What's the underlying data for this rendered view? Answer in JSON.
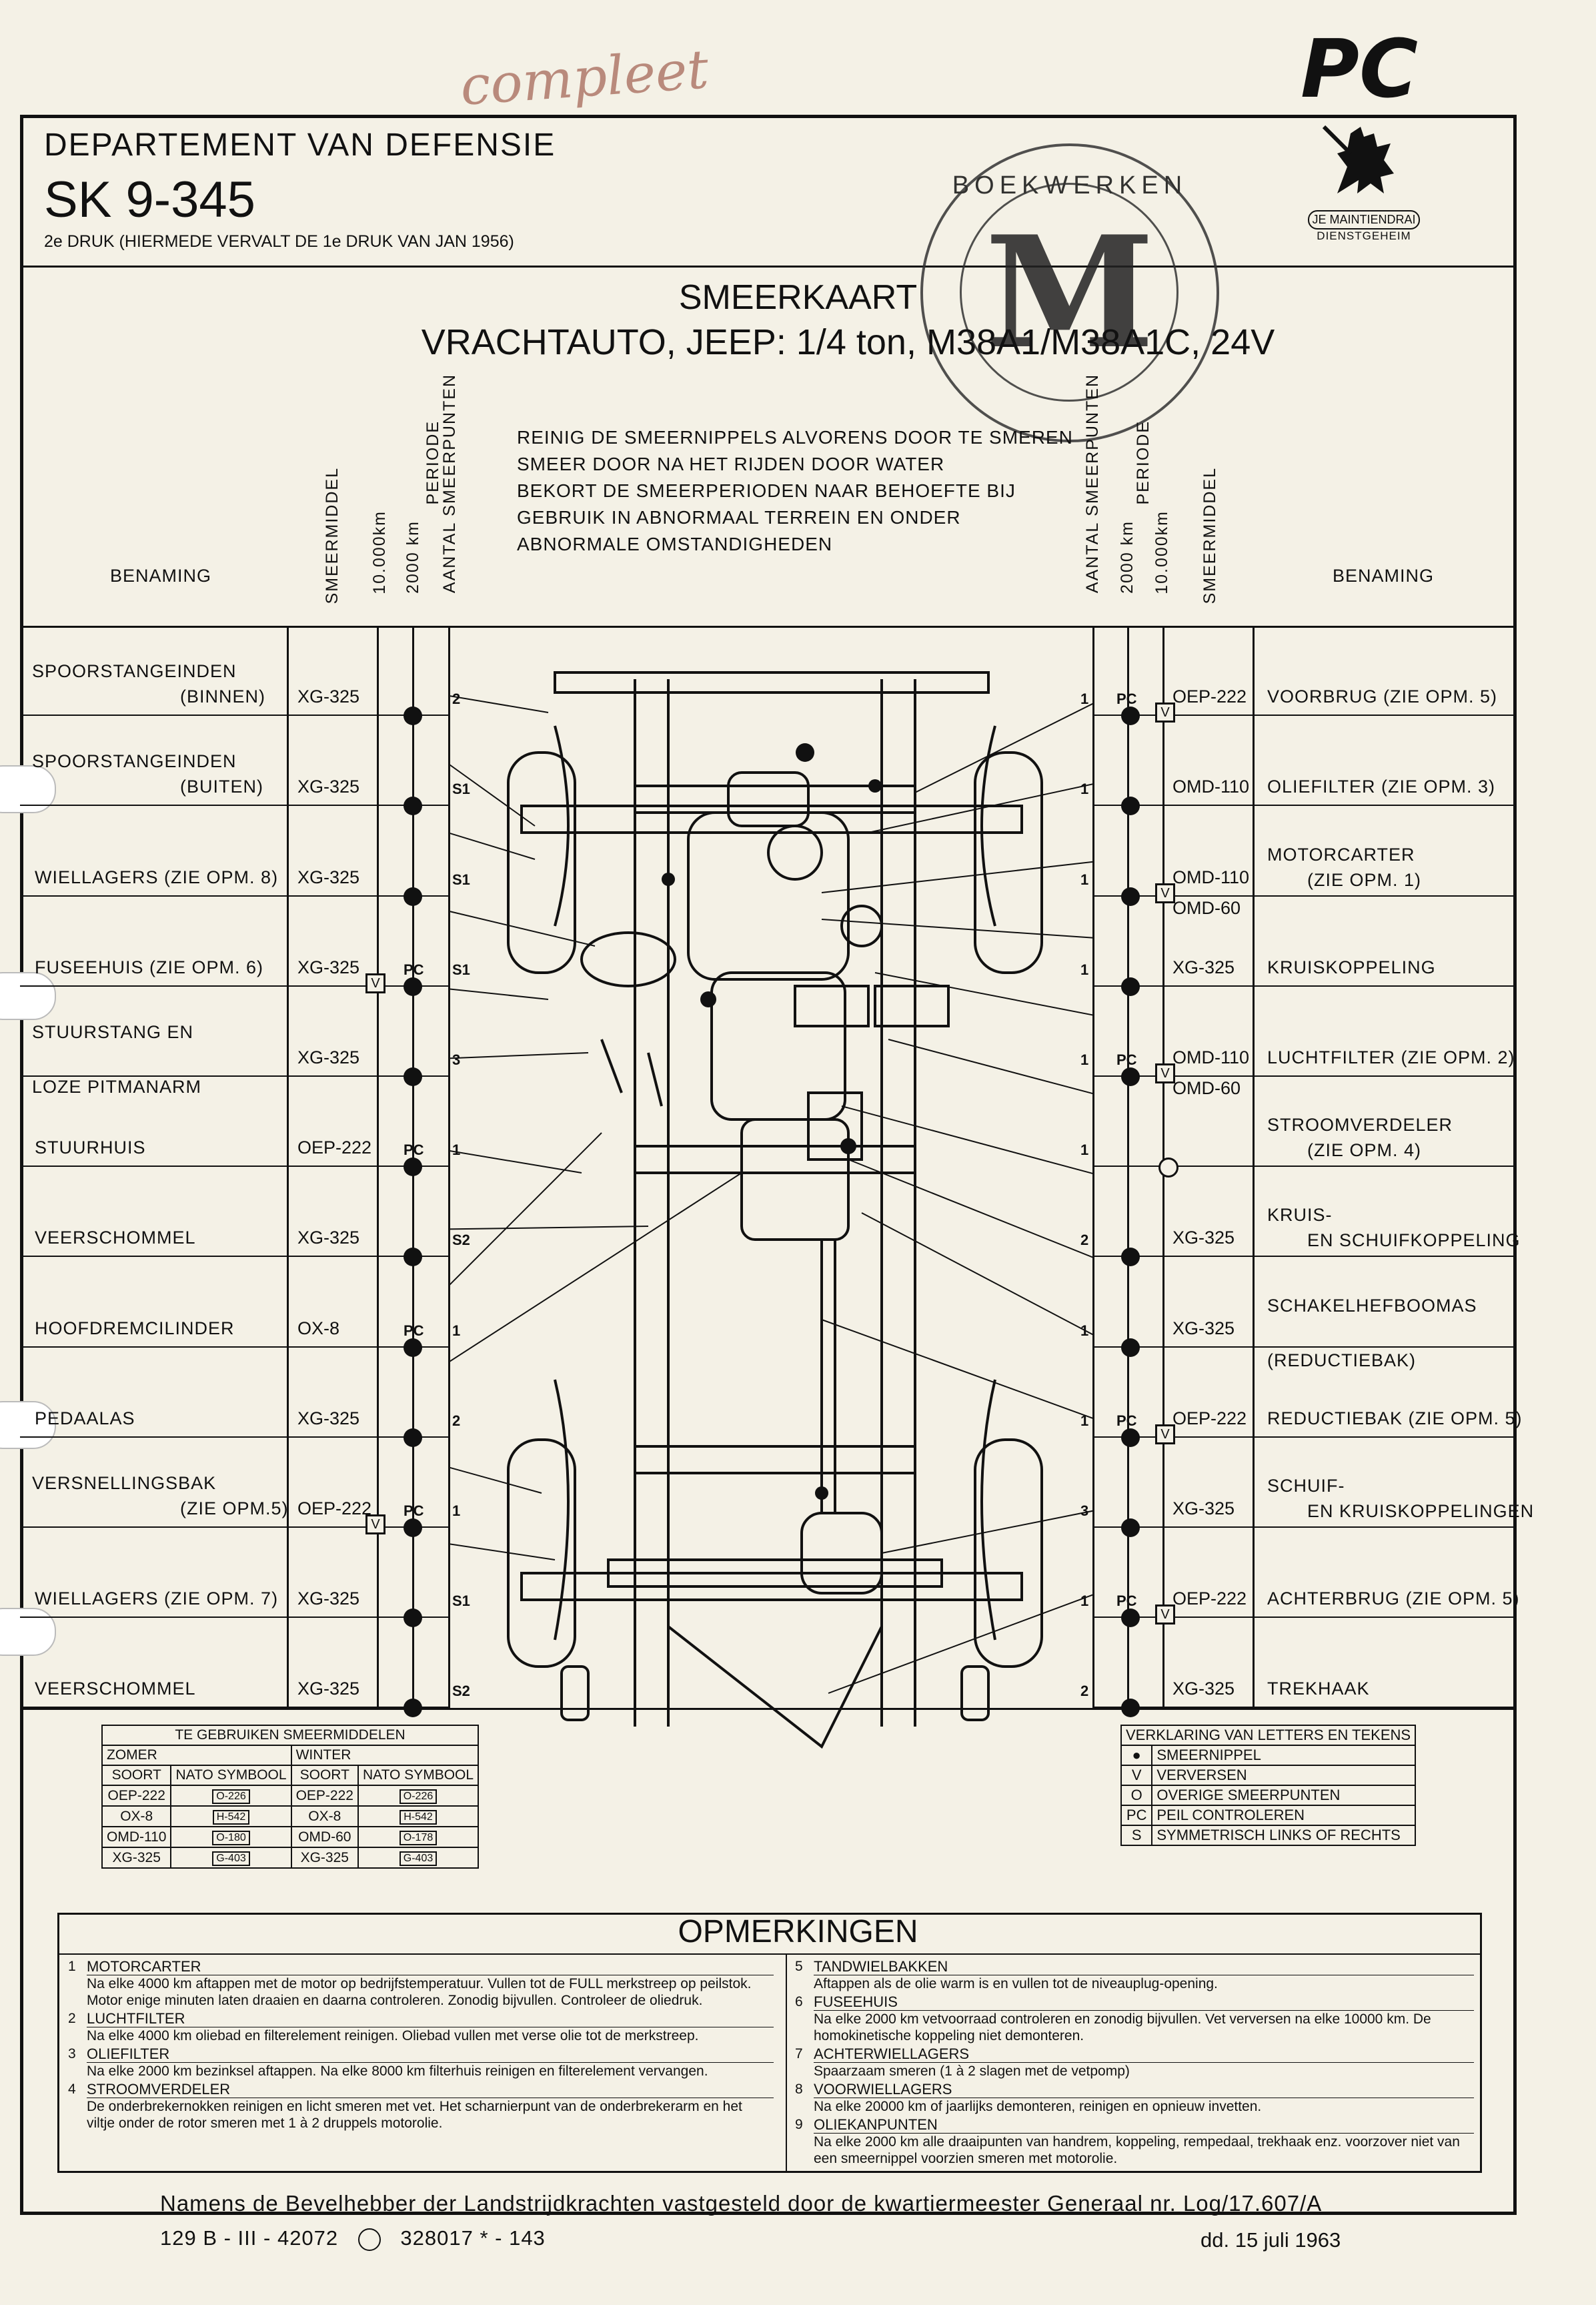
{
  "header": {
    "department": "DEPARTEMENT VAN DEFENSIE",
    "code": "SK 9-345",
    "edition": "2e DRUK (HIERMEDE VERVALT DE 1e DRUK VAN JAN 1956)",
    "handwritten_pc": "PC",
    "handwritten_note": "compleet",
    "crest_motto": "JE MAINTIENDRAI",
    "classification": "DIENSTGEHEIM",
    "stamp_text": "BOEKWERKEN",
    "stamp_letter": "M"
  },
  "title": {
    "line1": "SMEERKAART",
    "line2": "VRACHTAUTO, JEEP: 1/4 ton, M38A1/M38A1C, 24V"
  },
  "instructions": [
    "REINIG DE SMEERNIPPELS ALVORENS DOOR TE SMEREN",
    "SMEER DOOR NA HET RIJDEN DOOR WATER",
    "BEKORT DE SMEERPERIODEN NAAR BEHOEFTE BIJ",
    "GEBRUIK IN ABNORMAAL TERREIN EN ONDER",
    "ABNORMALE OMSTANDIGHEDEN"
  ],
  "columns": {
    "benaming": "BENAMING",
    "smeermiddel": "SMEERMIDDEL",
    "km10000": "10.000km",
    "km2000": "2000 km",
    "periode": "PERIODE",
    "aantal": "AANTAL SMEERPUNTEN"
  },
  "left_rows": [
    {
      "name": "SPOORSTANGEINDEN",
      "name2": "(BINNEN)",
      "lubricant": "XG-325",
      "count": "2"
    },
    {
      "name": "SPOORSTANGEINDEN",
      "name2": "(BUITEN)",
      "lubricant": "XG-325",
      "count": "S1"
    },
    {
      "name": "WIELLAGERS (ZIE OPM. 8)",
      "name2": "",
      "lubricant": "XG-325",
      "count": "S1"
    },
    {
      "name": "FUSEEHUIS  (ZIE OPM. 6)",
      "name2": "",
      "lubricant": "XG-325",
      "count": "S1",
      "mark": "PC"
    },
    {
      "name": "STUURSTANG EN",
      "name2": "LOZE PITMANARM",
      "lubricant": "XG-325",
      "count": "3"
    },
    {
      "name": "STUURHUIS",
      "name2": "",
      "lubricant": "OEP-222",
      "count": "1",
      "mark": "PC"
    },
    {
      "name": "VEERSCHOMMEL",
      "name2": "",
      "lubricant": "XG-325",
      "count": "S2"
    },
    {
      "name": "HOOFDREMCILINDER",
      "name2": "",
      "lubricant": "OX-8",
      "count": "1",
      "mark": "PC"
    },
    {
      "name": "PEDAALAS",
      "name2": "",
      "lubricant": "XG-325",
      "count": "2"
    },
    {
      "name": "VERSNELLINGSBAK",
      "name2": "(ZIE OPM.5)",
      "lubricant": "OEP-222",
      "count": "1",
      "mark": "PC"
    },
    {
      "name": "WIELLAGERS (ZIE OPM. 7)",
      "name2": "",
      "lubricant": "XG-325",
      "count": "S1"
    },
    {
      "name": "VEERSCHOMMEL",
      "name2": "",
      "lubricant": "XG-325",
      "count": "S2"
    }
  ],
  "right_rows": [
    {
      "name": "VOORBRUG  (ZIE OPM. 5)",
      "name2": "",
      "lubricant": "OEP-222",
      "lubricant2": "",
      "count": "1",
      "mark": "PC"
    },
    {
      "name": "OLIEFILTER  (ZIE OPM. 3)",
      "name2": "",
      "lubricant": "OMD-110",
      "lubricant2": "",
      "count": "1"
    },
    {
      "name": "MOTORCARTER",
      "name2": "(ZIE OPM. 1)",
      "lubricant": "OMD-110",
      "lubricant2": "OMD-60",
      "count": "1"
    },
    {
      "name": "KRUISKOPPELING",
      "name2": "",
      "lubricant": "XG-325",
      "lubricant2": "",
      "count": "1"
    },
    {
      "name": "LUCHTFILTER (ZIE OPM. 2)",
      "name2": "",
      "lubricant": "OMD-110",
      "lubricant2": "OMD-60",
      "count": "1",
      "mark": "PC"
    },
    {
      "name": "STROOMVERDELER",
      "name2": "(ZIE OPM. 4)",
      "lubricant": "",
      "lubricant2": "",
      "count": "1"
    },
    {
      "name": "KRUIS-",
      "name2": "EN SCHUIFKOPPELING",
      "lubricant": "XG-325",
      "lubricant2": "",
      "count": "2"
    },
    {
      "name": "SCHAKELHEFBOOMAS",
      "name2": "(REDUCTIEBAK)",
      "lubricant": "XG-325",
      "lubricant2": "",
      "count": "1"
    },
    {
      "name": "REDUCTIEBAK (ZIE OPM. 5)",
      "name2": "",
      "lubricant": "OEP-222",
      "lubricant2": "",
      "count": "1",
      "mark": "PC"
    },
    {
      "name": "SCHUIF-",
      "name2": "EN KRUISKOPPELINGEN",
      "lubricant": "XG-325",
      "lubricant2": "",
      "count": "3"
    },
    {
      "name": "ACHTERBRUG (ZIE OPM. 5)",
      "name2": "",
      "lubricant": "OEP-222",
      "lubricant2": "",
      "count": "1",
      "mark": "PC"
    },
    {
      "name": "TREKHAAK",
      "name2": "",
      "lubricant": "XG-325",
      "lubricant2": "",
      "count": "2"
    }
  ],
  "lubricants_table": {
    "title": "TE GEBRUIKEN SMEERMIDDELEN",
    "zomer": "ZOMER",
    "winter": "WINTER",
    "soort": "SOORT",
    "nato": "NATO SYMBOOL",
    "rows": [
      {
        "summer": "OEP-222",
        "summer_nato": "O-226",
        "winter": "OEP-222",
        "winter_nato": "O-226"
      },
      {
        "summer": "OX-8",
        "summer_nato": "H-542",
        "winter": "OX-8",
        "winter_nato": "H-542"
      },
      {
        "summer": "OMD-110",
        "summer_nato": "O-180",
        "winter": "OMD-60",
        "winter_nato": "O-178"
      },
      {
        "summer": "XG-325",
        "summer_nato": "G-403",
        "winter": "XG-325",
        "winter_nato": "G-403"
      }
    ]
  },
  "legend": {
    "title": "VERKLARING VAN LETTERS EN TEKENS",
    "items": [
      {
        "symbol": "●",
        "text": "SMEERNIPPEL"
      },
      {
        "symbol": "V",
        "text": "VERVERSEN"
      },
      {
        "symbol": "O",
        "text": "OVERIGE SMEERPUNTEN"
      },
      {
        "symbol": "PC",
        "text": "PEIL CONTROLEREN"
      },
      {
        "symbol": "S",
        "text": "SYMMETRISCH LINKS OF RECHTS"
      }
    ]
  },
  "remarks": {
    "title": "OPMERKINGEN",
    "items": [
      {
        "n": "1",
        "head": "MOTORCARTER",
        "text": "Na elke 4000 km aftappen met de motor op bedrijfstemperatuur. Vullen tot de FULL merkstreep op peilstok. Motor enige minuten laten draaien en daarna controleren. Zonodig bijvullen. Controleer de oliedruk."
      },
      {
        "n": "2",
        "head": "LUCHTFILTER",
        "text": "Na elke 4000 km oliebad en filterelement reinigen. Oliebad vullen met verse olie tot de merkstreep."
      },
      {
        "n": "3",
        "head": "OLIEFILTER",
        "text": "Na elke 2000 km bezinksel aftappen. Na elke 8000 km filterhuis reinigen en filterelement vervangen."
      },
      {
        "n": "4",
        "head": "STROOMVERDELER",
        "text": "De onderbrekernokken reinigen en licht smeren met vet. Het scharnierpunt van de onderbrekerarm en het viltje onder de rotor smeren met 1 à 2 druppels motorolie."
      },
      {
        "n": "5",
        "head": "TANDWIELBAKKEN",
        "text": "Aftappen als de olie warm is en vullen tot de niveauplug-opening."
      },
      {
        "n": "6",
        "head": "FUSEEHUIS",
        "text": "Na elke 2000 km vetvoorraad controleren en zonodig bijvullen. Vet verversen na elke 10000 km. De homokinetische koppeling niet demonteren."
      },
      {
        "n": "7",
        "head": "ACHTERWIELLAGERS",
        "text": "Spaarzaam smeren (1 à 2 slagen met de vetpomp)"
      },
      {
        "n": "8",
        "head": "VOORWIELLAGERS",
        "text": "Na elke 20000 km of jaarlijks demonteren, reinigen en opnieuw invetten."
      },
      {
        "n": "9",
        "head": "OLIEKANPUNTEN",
        "text": "Na elke 2000 km alle draaipunten van handrem, koppeling, rempedaal, trekhaak enz. voorzover niet van een smeernippel voorzien smeren met motorolie."
      }
    ]
  },
  "footer": {
    "line1": "Namens de Bevelhebber der Landstrijdkrachten vastgesteld door de kwartiermeester Generaal nr. Log/17.607/A",
    "line2a": "129 B - III - 42072",
    "line2b": "328017 * - 143",
    "date": "dd. 15 juli 1963"
  }
}
